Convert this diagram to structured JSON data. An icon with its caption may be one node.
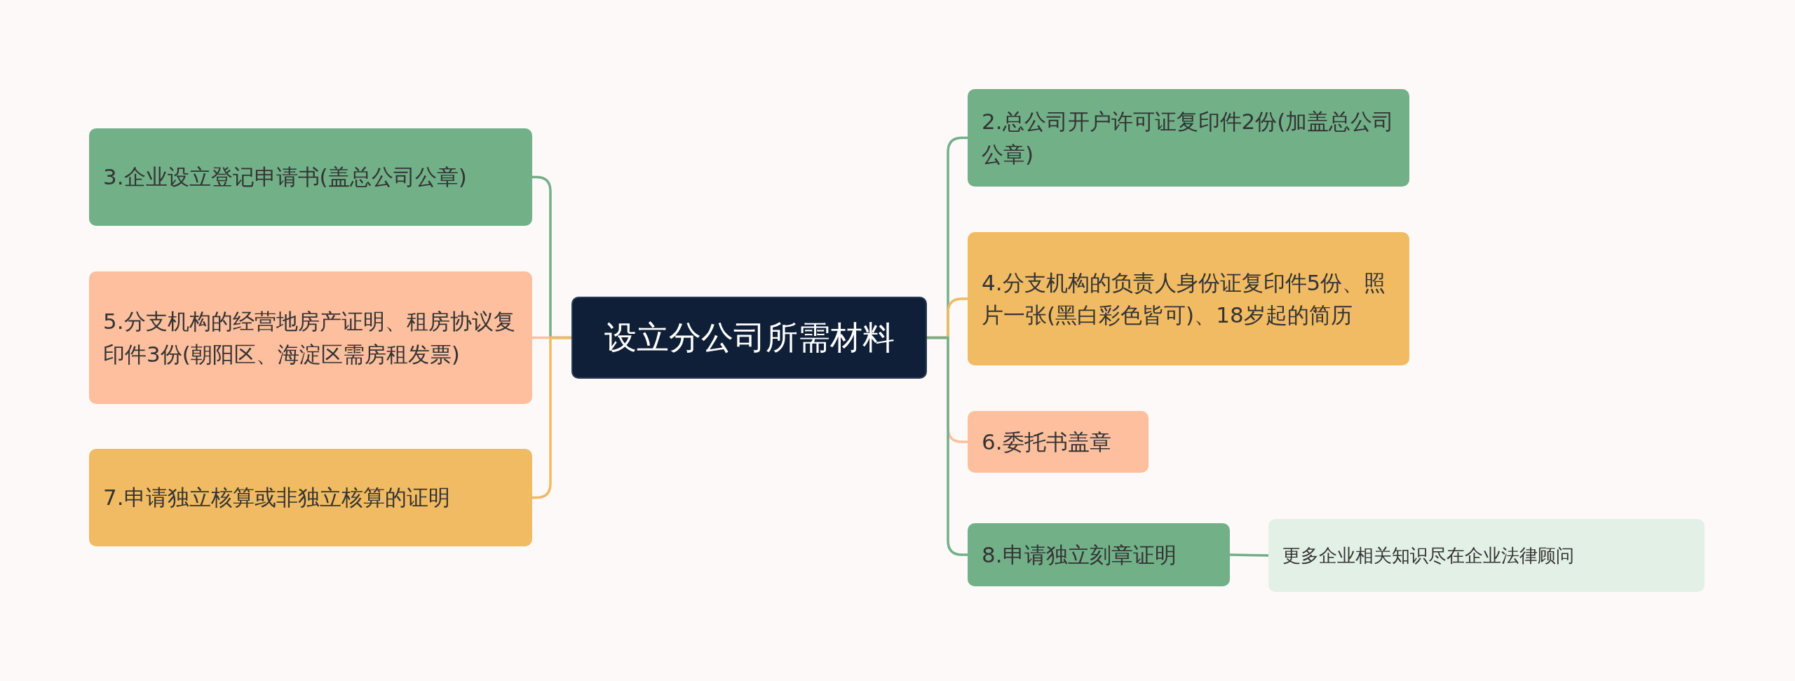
{
  "diagram": {
    "nodes": [
      {
        "text": [
          "设立分公司所需材料"
        ]
      },
      {
        "text": [
          "3.企业设立登记申请书(盖总公司公章)"
        ]
      },
      {
        "text": [
          "5.分支机构的经营地房产证明、租房协议复印件3份(朝阳区、海淀区需房租发票)"
        ]
      },
      {
        "text": [
          "7.申请独立核算或非独立核算的证明"
        ]
      },
      {
        "text": [
          "2.总公司开户许可证复印件2份(加盖总公司公章)"
        ]
      },
      {
        "text": [
          "4.分支机构的负责人身份证复印件5份、照片一张(黑白彩色皆可)、18岁起的简历"
        ]
      },
      {
        "text": [
          "6.委托书盖章"
        ]
      },
      {
        "text": [
          "8.申请独立刻章证明"
        ]
      },
      {
        "text": [
          "更多企业相关知识尽在企业法律顾问"
        ]
      }
    ],
    "edges": [
      {
        "from": 0,
        "to": 1,
        "arrow": "none"
      },
      {
        "from": 0,
        "to": 2,
        "arrow": "none",
        "color": "#fdbf9e"
      },
      {
        "from": 0,
        "to": 3,
        "arrow": "none",
        "color": "#f0bb62"
      },
      {
        "from": 0,
        "to": 4,
        "arrow": "none"
      },
      {
        "from": 0,
        "to": 5,
        "arrow": "none",
        "color": "#f0bb62"
      },
      {
        "from": 0,
        "to": 6,
        "arrow": "none",
        "color": "#fdbf9e"
      },
      {
        "from": 0,
        "to": 7,
        "arrow": "none"
      },
      {
        "from": 7,
        "to": 8,
        "arrow": "none"
      }
    ]
  }
}
